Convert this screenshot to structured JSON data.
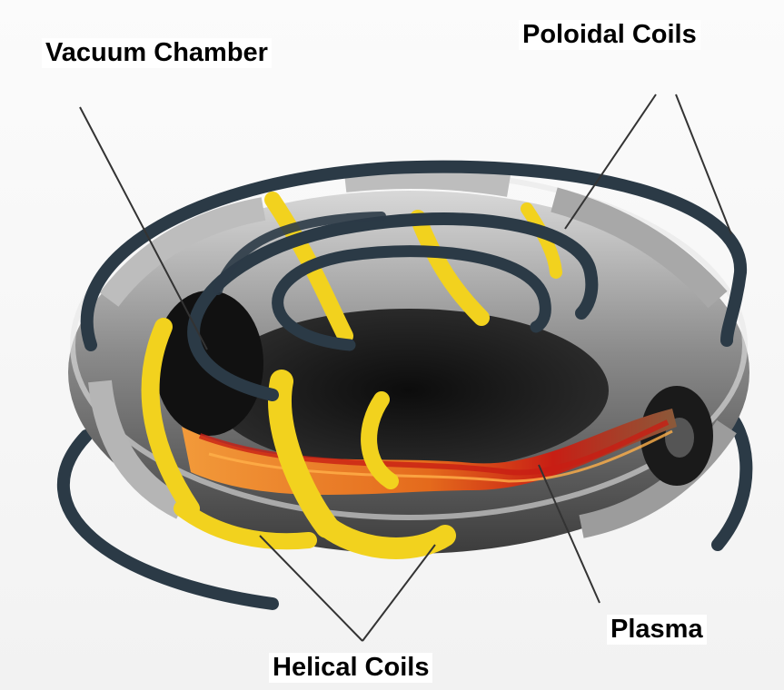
{
  "labels": {
    "vacuum_chamber": "Vacuum Chamber",
    "poloidal_coils": "Poloidal Coils",
    "helical_coils": "Helical Coils",
    "plasma": "Plasma"
  },
  "colors": {
    "coil_dark": "#2b3a46",
    "helical_yellow": "#f2d21e",
    "plasma_orange": "#e8781c",
    "plasma_red": "#c81e14",
    "chamber_gray": "#6e6e6e",
    "chamber_light": "#cfcfcf"
  }
}
